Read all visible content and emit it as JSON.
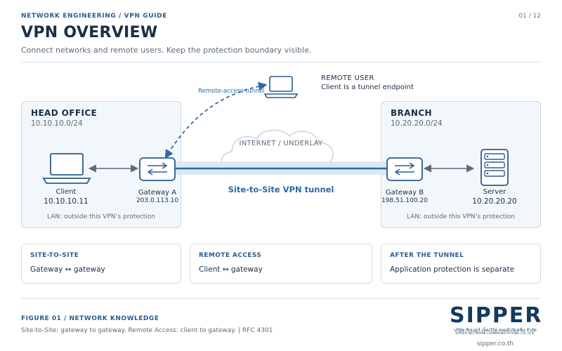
{
  "header": {
    "eyebrow": "NETWORK ENGINEERING / VPN GUIDE",
    "page": "01 / 12",
    "title": "VPN OVERVIEW",
    "subtitle": "Connect networks and remote users. Keep the protection boundary visible."
  },
  "head_office": {
    "title": "HEAD OFFICE",
    "subnet": "10.10.10.0/24",
    "client_label": "Client",
    "client_ip": "10.10.10.11",
    "gateway_label": "Gateway A",
    "gateway_ip": "203.0.113.10",
    "note": "LAN: outside this VPN’s protection"
  },
  "branch": {
    "title": "BRANCH",
    "subnet": "10.20.20.0/24",
    "gateway_label": "Gateway B",
    "gateway_ip": "198.51.100.20",
    "server_label": "Server",
    "server_ip": "10.20.20.20",
    "note": "LAN: outside this VPN’s protection"
  },
  "internet": {
    "cloud_label": "INTERNET / UNDERLAY",
    "tunnel_label": "Site-to-Site VPN tunnel"
  },
  "remote": {
    "tunnel_label": "Remote-access tunnel",
    "title": "REMOTE USER",
    "subtitle": "Client is a tunnel endpoint"
  },
  "cards": [
    {
      "title": "SITE-TO-SITE",
      "text": "Gateway ↔ gateway"
    },
    {
      "title": "REMOTE ACCESS",
      "text": "Client ↔ gateway"
    },
    {
      "title": "AFTER THE TUNNEL",
      "text": "Application protection is separate"
    }
  ],
  "footer": {
    "figure_label": "FIGURE 01 / NETWORK KNOWLEDGE",
    "caption": "Site-to-Site: gateway to gateway. Remote Access: client to gateway. | RFC 4301",
    "logo_word": "SIPPER",
    "logo_th": "บริษัท ซิปเปอร์ เน็ตเวิร์ค คอมมิวนิเคชั่น จำกัด",
    "logo_en": "SIPPER NETWORK COMMUNICATIONS CO.,LTD.",
    "website": "sipper.co.th"
  },
  "icons": {
    "client": "laptop-icon",
    "remote": "laptop-icon",
    "gateway": "router-icon",
    "server": "server-icon",
    "cloud": "cloud-icon"
  },
  "colors": {
    "accent": "#2a6aa5",
    "navy": "#1b2e45",
    "panel_fill": "#f2f7fb",
    "tunnel_band": "#dbe8f3"
  }
}
